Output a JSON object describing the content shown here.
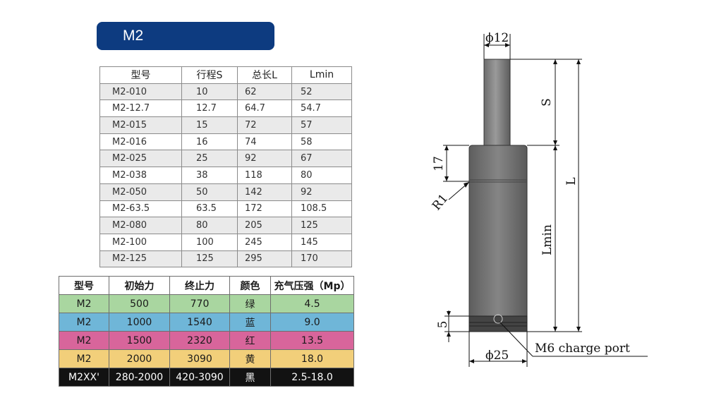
{
  "title": "M2",
  "spec_table": {
    "headers": [
      "型号",
      "行程S",
      "总长L",
      "Lmin"
    ],
    "rows": [
      [
        "M2-010",
        "10",
        "62",
        "52"
      ],
      [
        "M2-12.7",
        "12.7",
        "64.7",
        "54.7"
      ],
      [
        "M2-015",
        "15",
        "72",
        "57"
      ],
      [
        "M2-016",
        "16",
        "74",
        "58"
      ],
      [
        "M2-025",
        "25",
        "92",
        "67"
      ],
      [
        "M2-038",
        "38",
        "118",
        "80"
      ],
      [
        "M2-050",
        "50",
        "142",
        "92"
      ],
      [
        "M2-63.5",
        "63.5",
        "172",
        "108.5"
      ],
      [
        "M2-080",
        "80",
        "205",
        "125"
      ],
      [
        "M2-100",
        "100",
        "245",
        "145"
      ],
      [
        "M2-125",
        "125",
        "295",
        "170"
      ]
    ]
  },
  "force_table": {
    "headers": [
      "型号",
      "初始力",
      "终止力",
      "颜色",
      "充气压强（Mp）"
    ],
    "rows": [
      {
        "cells": [
          "M2",
          "500",
          "770",
          "绿",
          "4.5"
        ],
        "color": "#a9d6a0"
      },
      {
        "cells": [
          "M2",
          "1000",
          "1540",
          "蓝",
          "9.0"
        ],
        "color": "#6fb6d8"
      },
      {
        "cells": [
          "M2",
          "1500",
          "2320",
          "红",
          "13.5"
        ],
        "color": "#d8659b"
      },
      {
        "cells": [
          "M2",
          "2000",
          "3090",
          "黄",
          "18.0"
        ],
        "color": "#f2cf7a"
      },
      {
        "cells": [
          "M2XX'",
          "280-2000",
          "420-3090",
          "黑",
          "2.5-18.0"
        ],
        "color": "#121212"
      }
    ]
  },
  "drawing": {
    "rod_diameter": "ϕ12",
    "body_diameter": "ϕ25",
    "stroke_label": "S",
    "length_label": "L",
    "lmin_label": "Lmin",
    "dim_17": "17",
    "dim_5": "5",
    "radius_label": "R1",
    "port_label": "M6 charge port"
  }
}
